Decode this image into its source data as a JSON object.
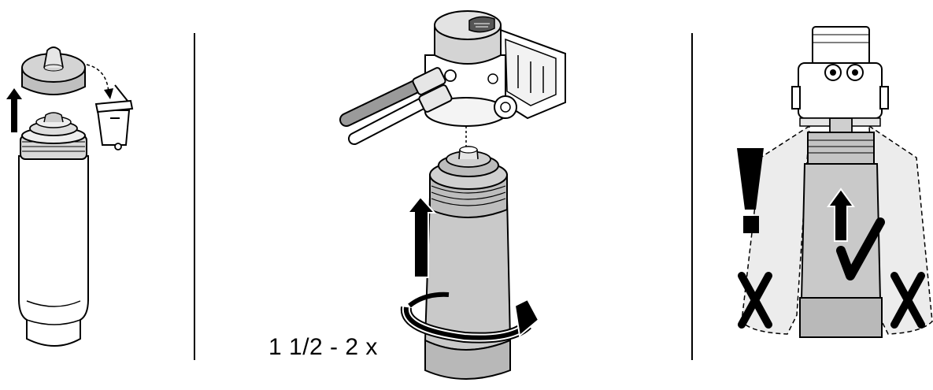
{
  "steps": [
    {
      "id": "remove-cap"
    },
    {
      "id": "screw-in-cartridge",
      "turns_label": "1 1/2 - 2 x"
    },
    {
      "id": "insert-vertically"
    }
  ]
}
